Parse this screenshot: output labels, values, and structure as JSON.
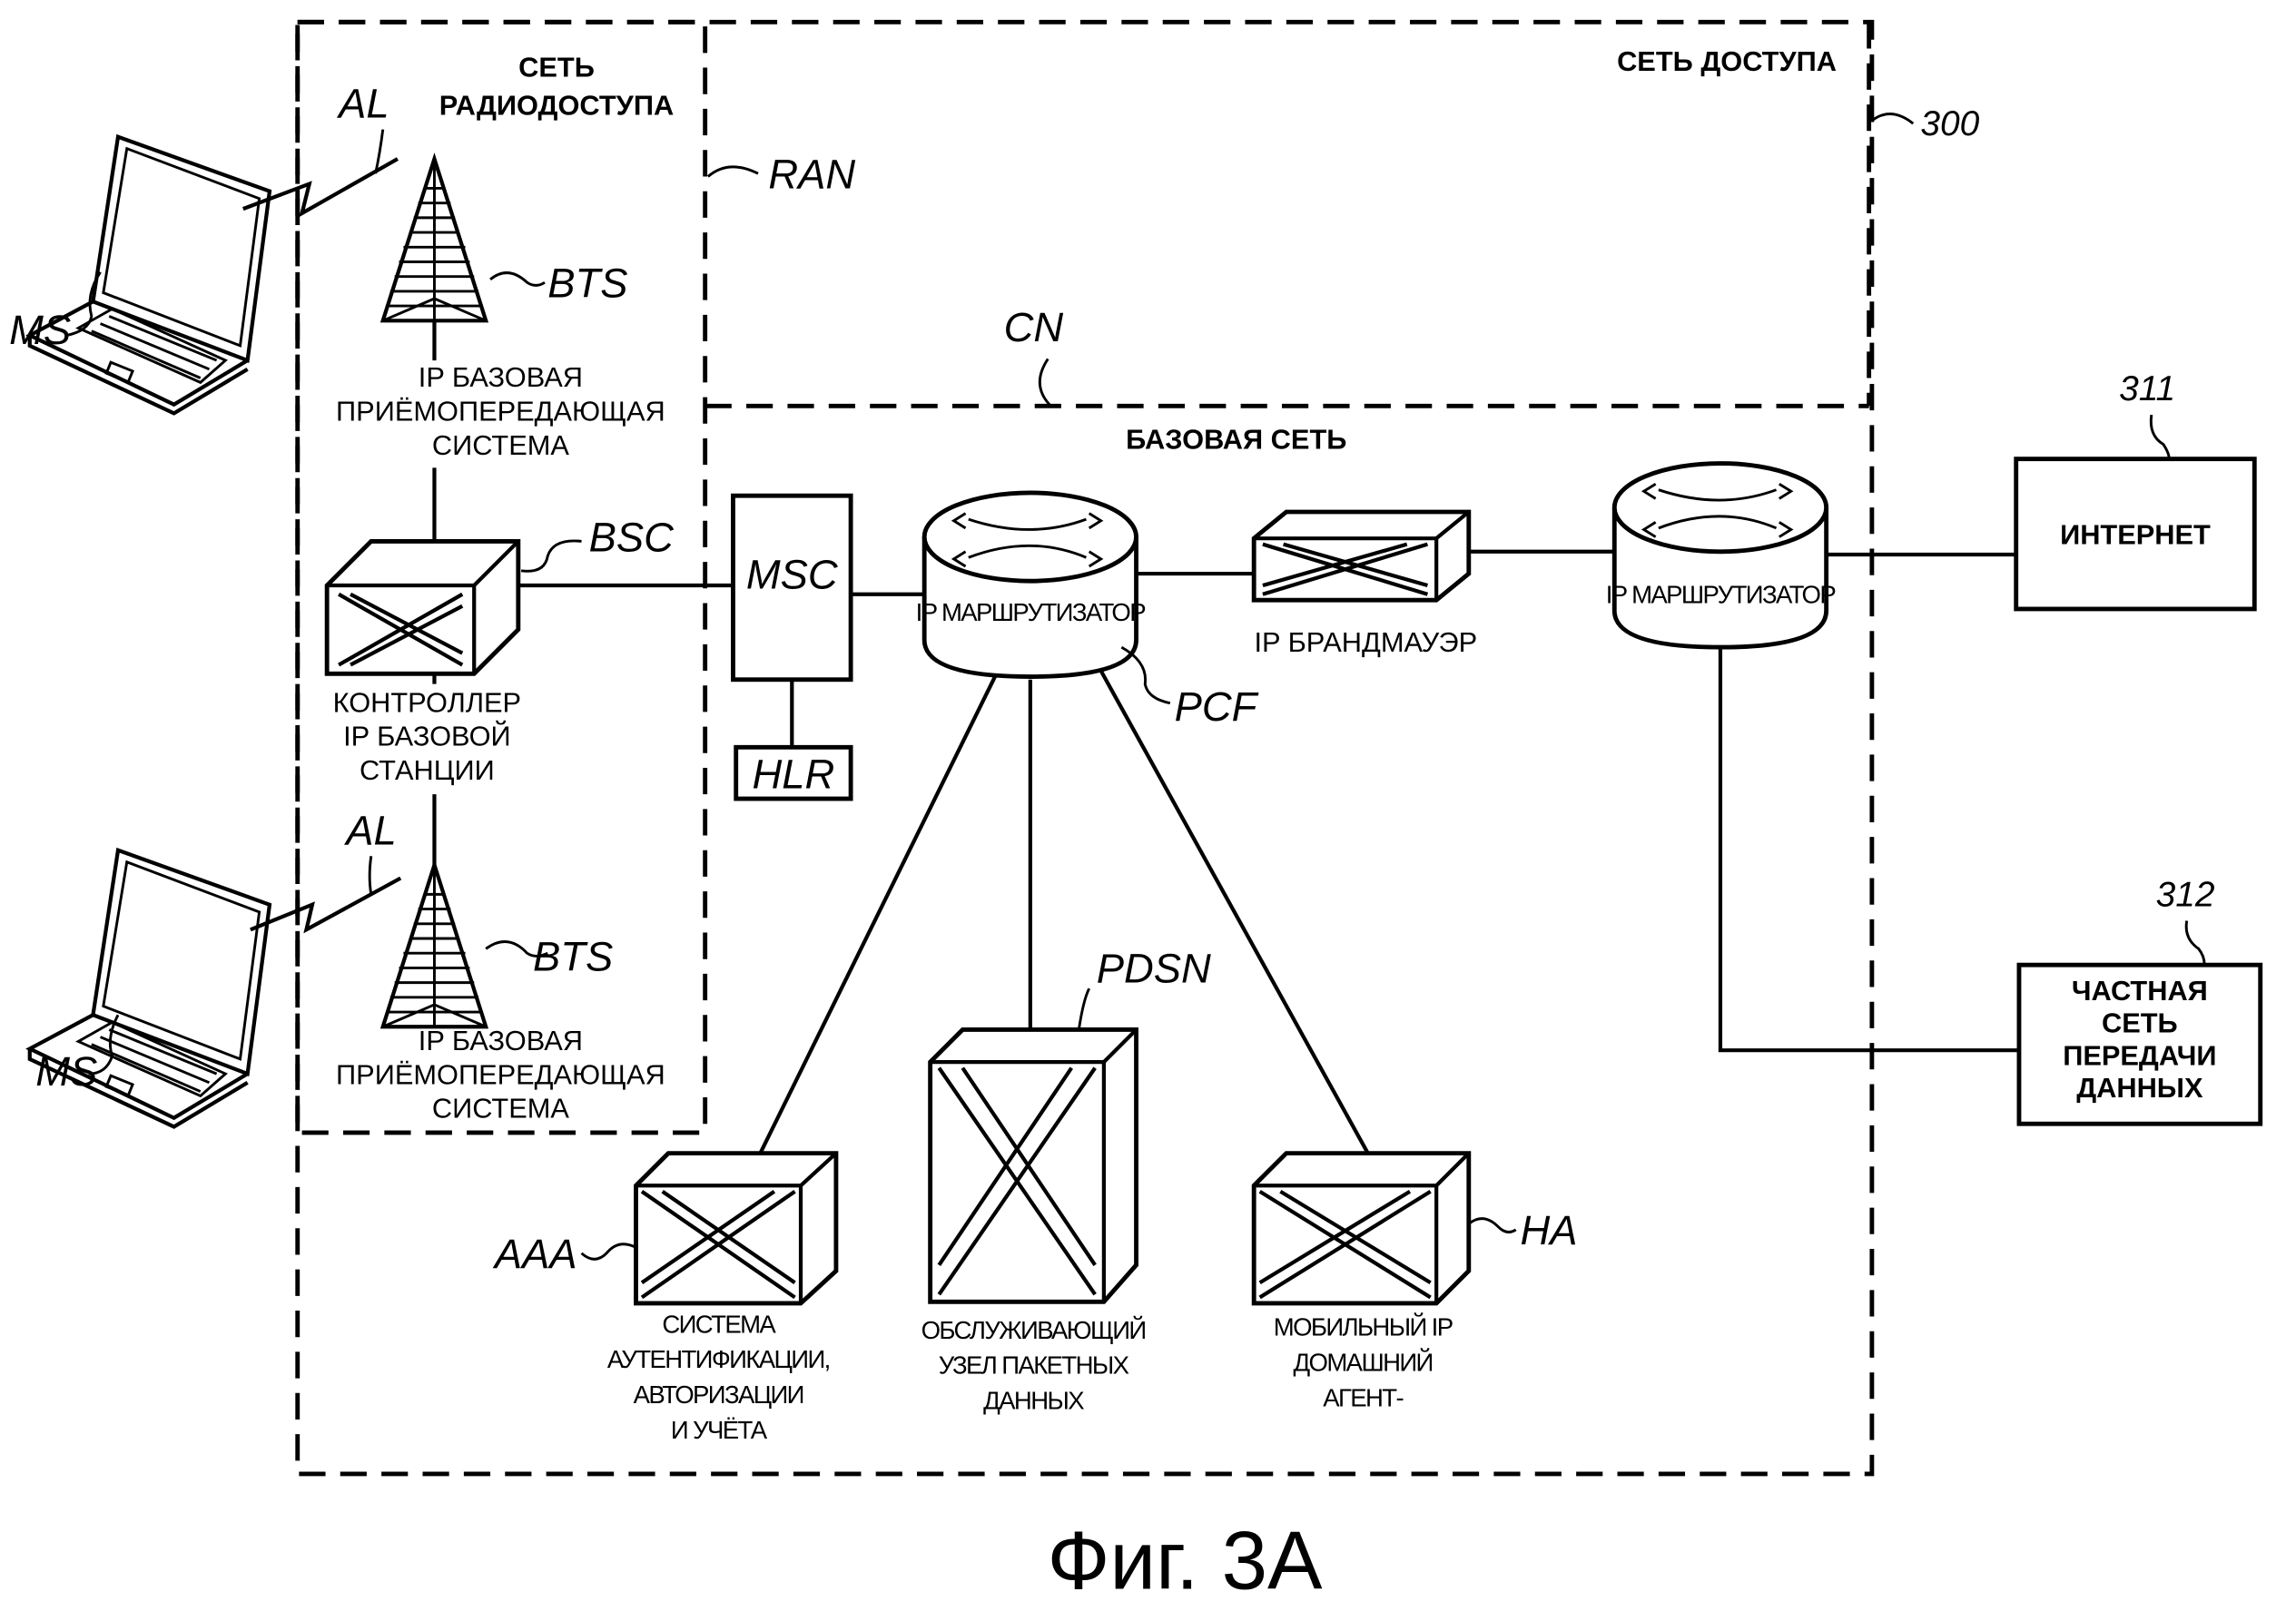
{
  "figure_caption": "Фиг. 3А",
  "regions": {
    "access_network": {
      "label": "СЕТЬ ДОСТУПА",
      "ref": "300"
    },
    "radio_access_network": {
      "label_line1": "СЕТЬ",
      "label_line2": "РАДИОДОСТУПА",
      "ref": "RAN"
    },
    "core_network": {
      "label": "БАЗОВАЯ СЕТЬ",
      "ref": "CN"
    }
  },
  "nodes": {
    "ms_top": {
      "ref": "MS"
    },
    "ms_bottom": {
      "ref": "MS"
    },
    "air_link_top": {
      "ref": "AL"
    },
    "air_link_bottom": {
      "ref": "AL"
    },
    "bts_top": {
      "ref": "BTS",
      "lines": [
        "IP БАЗОВАЯ",
        "ПРИЁМОПЕРЕДАЮЩАЯ",
        "СИСТЕМА"
      ]
    },
    "bts_bottom": {
      "ref": "BTS",
      "lines": [
        "IP БАЗОВАЯ",
        "ПРИЁМОПЕРЕДАЮЩАЯ",
        "СИСТЕМА"
      ]
    },
    "bsc": {
      "ref": "BSC",
      "lines": [
        "КОНТРОЛЛЕР",
        "IP БАЗОВОЙ",
        "СТАНЦИИ"
      ]
    },
    "msc": {
      "label": "MSC"
    },
    "hlr": {
      "label": "HLR"
    },
    "router_core": {
      "label": "IP МАРШРУТИЗАТОР",
      "ref": "PCF"
    },
    "firewall": {
      "label": "IP БРАНДМАУЭР"
    },
    "router_edge": {
      "label": "IP МАРШРУТИЗАТОР"
    },
    "internet": {
      "label": "ИНТЕРНЕТ",
      "ref": "311"
    },
    "private_network": {
      "ref": "312",
      "lines": [
        "ЧАСТНАЯ",
        "СЕТЬ",
        "ПЕРЕДАЧИ",
        "ДАННЫХ"
      ]
    },
    "aaa": {
      "ref": "AAA",
      "lines": [
        "СИСТЕМА",
        "АУТЕНТИФИКАЦИИ,",
        "АВТОРИЗАЦИИ",
        "И УЧЁТА"
      ]
    },
    "pdsn": {
      "ref": "PDSN",
      "lines": [
        "ОБСЛУЖИВАЮЩИЙ",
        "УЗЕЛ ПАКЕТНЫХ",
        "ДАННЫХ"
      ]
    },
    "ha": {
      "ref": "HA",
      "lines": [
        "МОБИЛЬНЫЙ IP",
        "ДОМАШНИЙ",
        "АГЕНТ-"
      ]
    }
  }
}
